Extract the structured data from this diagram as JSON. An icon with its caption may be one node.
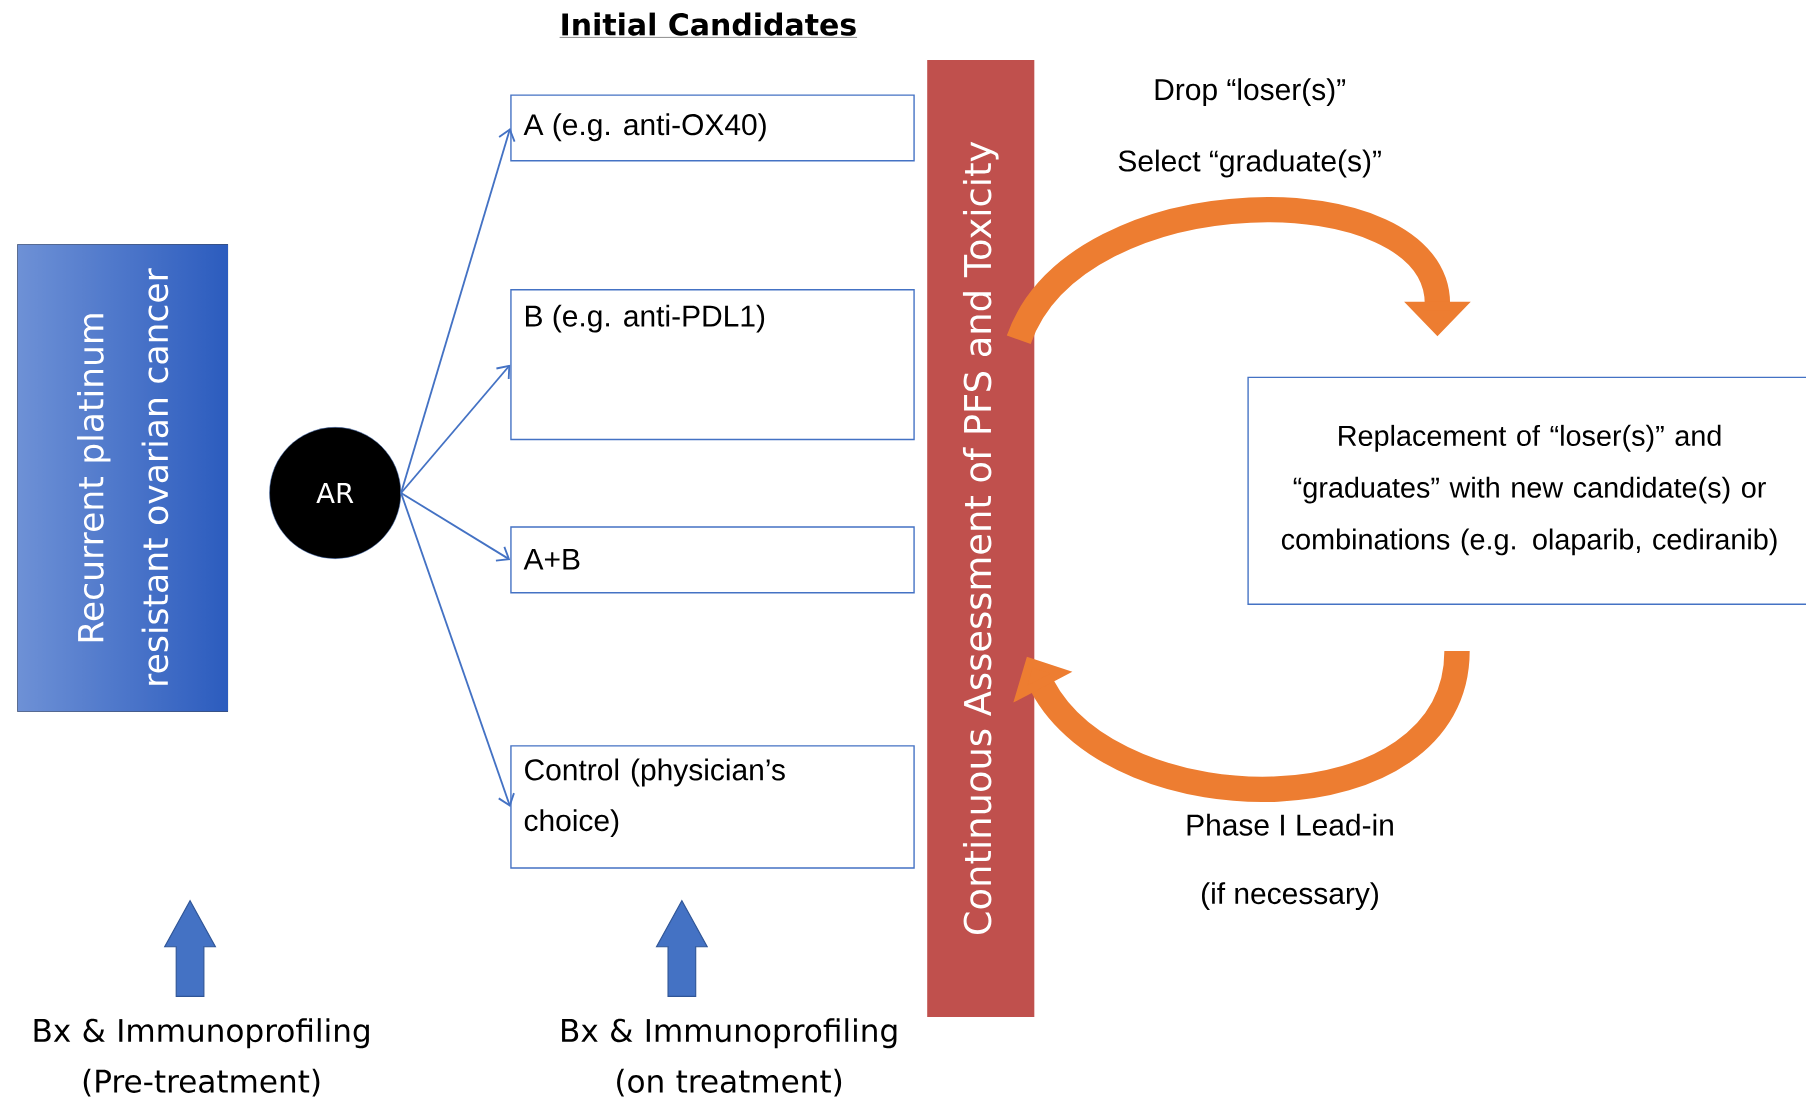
{
  "diagram": {
    "title": "Initial Candidates",
    "nodes": [
      {
        "text": [
          "Recurrent platinum resistant ovarian cancer"
        ]
      },
      {
        "text": [
          "AR"
        ]
      },
      {
        "text": [
          "A (e.g. anti-OX40)"
        ]
      },
      {
        "text": [
          "B (e.g. anti-PDL1)"
        ]
      },
      {
        "text": [
          "A+B"
        ]
      },
      {
        "text": [
          "Control (physician’s choice)"
        ]
      },
      {
        "text": [
          "Continuous Assessment of PFS and Toxicity"
        ]
      },
      {
        "text": [
          "Replacement of “loser(s)” and “graduates” with new candidate(s) or combinations (e.g. olaparib, cediranib)"
        ]
      }
    ],
    "edges": [
      {
        "from": 1,
        "to": 2,
        "arrow": "to"
      },
      {
        "from": 1,
        "to": 3,
        "arrow": "to"
      },
      {
        "from": 1,
        "to": 4,
        "arrow": "to"
      },
      {
        "from": 1,
        "to": 5,
        "arrow": "to"
      },
      {
        "from": 6,
        "to": 7,
        "arrow": "to",
        "style": "thick",
        "color": "#ed7d31"
      },
      {
        "from": 7,
        "to": 6,
        "arrow": "to",
        "style": "thick",
        "color": "#ed7d31"
      }
    ],
    "labels": [
      "Drop “loser(s)”",
      "Select “graduate(s)”",
      "Phase I Lead-in",
      "(if necessary)",
      "Bx & Immunoprofiling (Pre-treatment)",
      "Bx & Immunoprofiling (on treatment)"
    ]
  }
}
